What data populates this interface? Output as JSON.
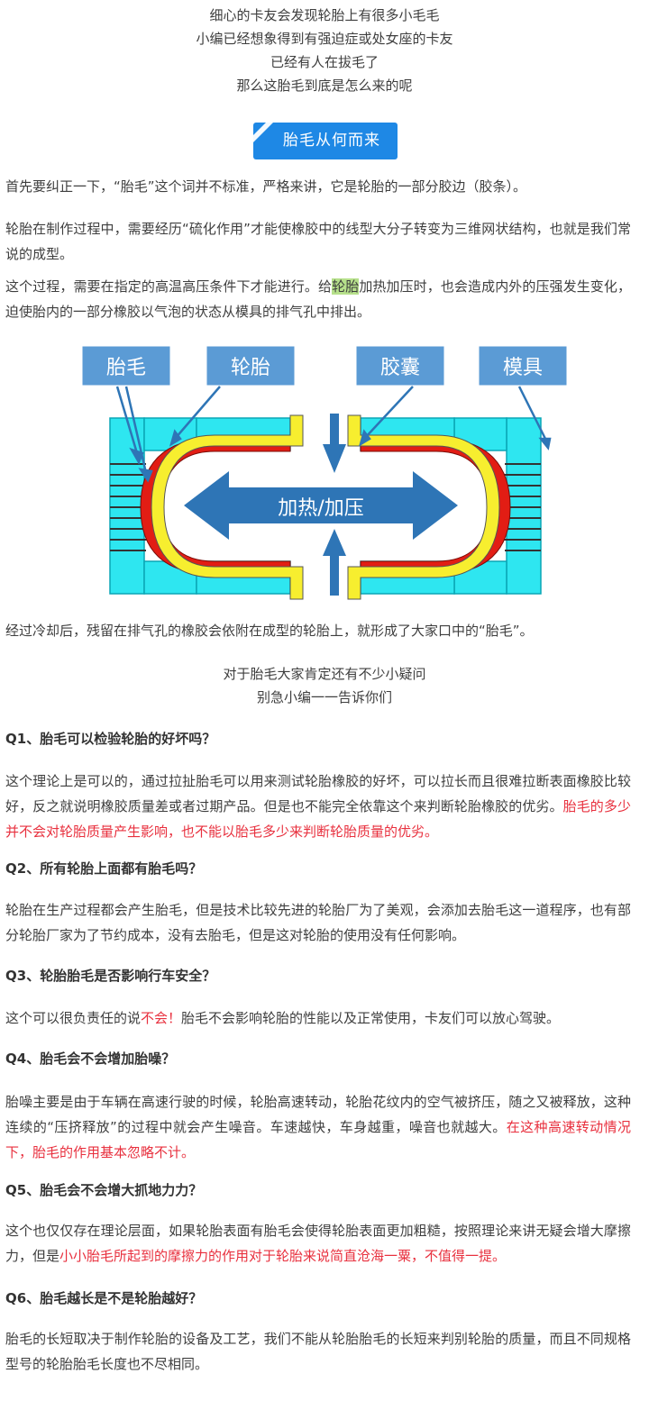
{
  "intro": [
    "细心的卡友会发现轮胎上有很多小毛毛",
    "小编已经想象得到有强迫症或处女座的卡友",
    "已经有人在拔毛了",
    "那么这胎毛到底是怎么来的呢"
  ],
  "badge": "胎毛从何而来",
  "p1": "首先要纠正一下，“胎毛”这个词并不标准，严格来讲，它是轮胎的一部分胶边（胶条）。",
  "p2": "轮胎在制作过程中，需要经历“硫化作用”才能使橡胶中的线型大分子转变为三维网状结构，也就是我们常说的成型。",
  "p3a": "这个过程，需要在指定的高温高压条件下才能进行。给",
  "p3hl": "轮胎",
  "p3b": "加热加压时，也会造成内外的压强发生变化，迫使胎内的一部分橡胶以气泡的状态从模具的排气孔中排出。",
  "diagram": {
    "labels": [
      "胎毛",
      "轮胎",
      "胶囊",
      "模具"
    ],
    "center": "加热/加压"
  },
  "p4": "经过冷却后，残留在排气孔的橡胶会依附在成型的轮胎上，就形成了大家口中的“胎毛”。",
  "mid": [
    "对于胎毛大家肯定还有不少小疑问",
    "别急小编一一告诉你们"
  ],
  "q1": "Q1、胎毛可以检验轮胎的好坏吗？",
  "a1a": "这个理论上是可以的，通过拉扯胎毛可以用来测试轮胎橡胶的好坏，可以拉长而且很难拉断表面橡胶比较好，反之就说明橡胶质量差或者过期产品。但是也不能完全依靠这个来判断轮胎橡胶的优劣。",
  "a1red": "胎毛的多少并不会对轮胎质量产生影响，也不能以胎毛多少来判断轮胎质量的优劣。",
  "q2": "Q2、所有轮胎上面都有胎毛吗？",
  "a2": "轮胎在生产过程都会产生胎毛，但是技术比较先进的轮胎厂为了美观，会添加去胎毛这一道程序，也有部分轮胎厂家为了节约成本，没有去胎毛，但是这对轮胎的使用没有任何影响。",
  "q3": "Q3、轮胎胎毛是否影响行车安全？",
  "a3a": "这个可以很负责任的说",
  "a3red": "不会！",
  "a3b": "胎毛不会影响轮胎的性能以及正常使用，卡友们可以放心驾驶。",
  "q4": "Q4、胎毛会不会增加胎噪？",
  "a4a": "胎噪主要是由于车辆在高速行驶的时候，轮胎高速转动，轮胎花纹内的空气被挤压，随之又被释放，这种连续的“压挤释放”的过程中就会产生噪音。车速越快，车身越重，噪音也就越大。",
  "a4red": "在这种高速转动情况下，胎毛的作用基本忽略不计。",
  "q5": "Q5、胎毛会不会增大抓地力力？",
  "a5a": "这个也仅仅存在理论层面，如果轮胎表面有胎毛会使得轮胎表面更加粗糙，按照理论来讲无疑会增大摩擦力，但是",
  "a5red": "小小胎毛所起到的摩擦力的作用对于轮胎来说简直沧海一粟，不值得一提。",
  "q6": "Q6、胎毛越长是不是轮胎越好？",
  "a6": "胎毛的长短取决于制作轮胎的设备及工艺，我们不能从轮胎胎毛的长短来判别轮胎的质量，而且不同规格型号的轮胎胎毛长度也不尽相同。",
  "colors": {
    "accent": "#1e88e5",
    "red": "#e8303e",
    "mold": "#2ee6f0",
    "tire": "#e21d14",
    "bladder": "#f7ee2f",
    "labelBox": "#5b9bd5",
    "arrow": "#2e75b6"
  }
}
